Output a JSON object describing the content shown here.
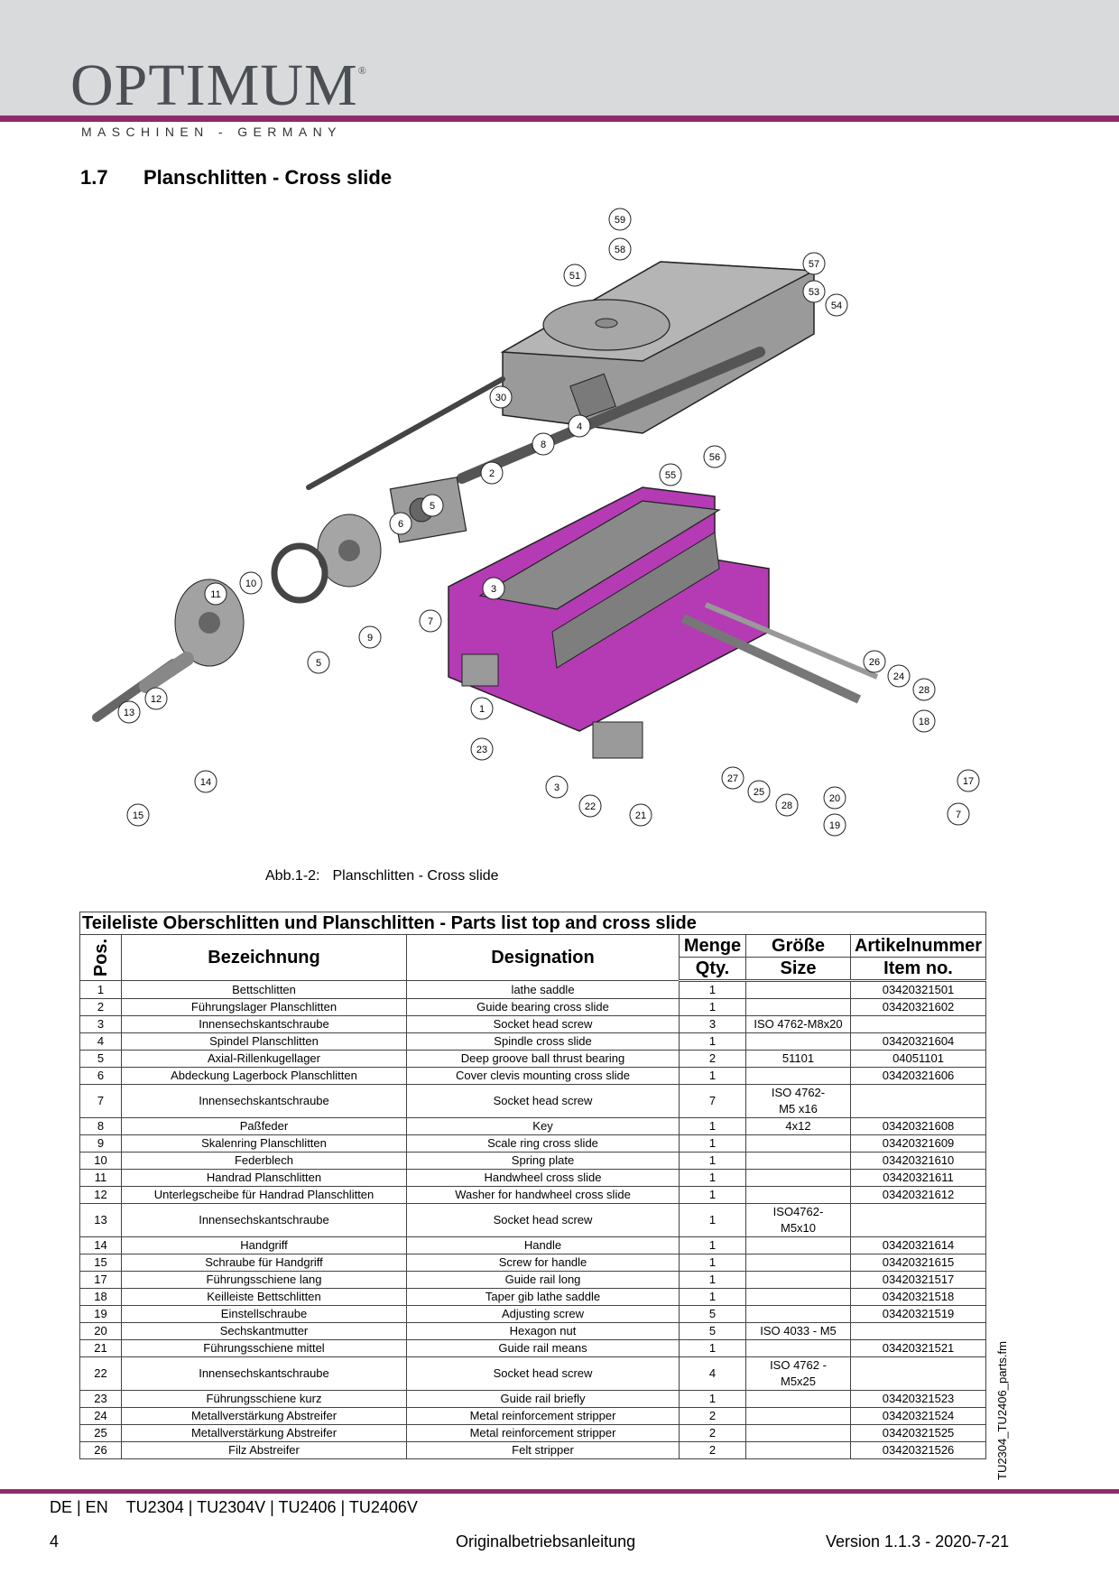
{
  "header": {
    "brand": "OPTIMUM",
    "registered": "®",
    "tagline": "MASCHINEN - GERMANY"
  },
  "section": {
    "number": "1.7",
    "title": "Planschlitten - Cross slide"
  },
  "figure": {
    "callouts": [
      "59",
      "58",
      "51",
      "57",
      "53",
      "54",
      "30",
      "4",
      "8",
      "56",
      "2",
      "55",
      "5",
      "6",
      "3",
      "10",
      "11",
      "7",
      "9",
      "5",
      "12",
      "13",
      "1",
      "26",
      "24",
      "28",
      "18",
      "23",
      "14",
      "15",
      "3",
      "22",
      "21",
      "27",
      "25",
      "28",
      "20",
      "19",
      "17",
      "7"
    ],
    "caption_label": "Abb.1-2:",
    "caption_text": "Planschlitten - Cross slide"
  },
  "table": {
    "title": "Teileliste Oberschlitten und Planschlitten - Parts list top and cross slide",
    "headers": {
      "pos": "Pos.",
      "bezeichnung": "Bezeichnung",
      "designation": "Designation",
      "menge": "Menge",
      "qty": "Qty.",
      "groesse": "Größe",
      "size": "Size",
      "artikelnummer": "Artikelnummer",
      "item_no": "Item no."
    },
    "rows": [
      {
        "pos": "1",
        "de": "Bettschlitten",
        "en": "lathe saddle",
        "qty": "1",
        "size": "",
        "item": "03420321501"
      },
      {
        "pos": "2",
        "de": "Führungslager Planschlitten",
        "en": "Guide bearing cross slide",
        "qty": "1",
        "size": "",
        "item": "03420321602"
      },
      {
        "pos": "3",
        "de": "Innensechskantschraube",
        "en": "Socket head screw",
        "qty": "3",
        "size": "ISO 4762-M8x20",
        "item": ""
      },
      {
        "pos": "4",
        "de": "Spindel Planschlitten",
        "en": "Spindle cross slide",
        "qty": "1",
        "size": "",
        "item": "03420321604"
      },
      {
        "pos": "5",
        "de": "Axial-Rillenkugellager",
        "en": "Deep groove ball thrust bearing",
        "qty": "2",
        "size": "51101",
        "item": "04051101"
      },
      {
        "pos": "6",
        "de": "Abdeckung Lagerbock Planschlitten",
        "en": "Cover clevis mounting cross slide",
        "qty": "1",
        "size": "",
        "item": "03420321606"
      },
      {
        "pos": "7",
        "de": "Innensechskantschraube",
        "en": "Socket head screw",
        "qty": "7",
        "size": "ISO 4762-\nM5 x16",
        "item": ""
      },
      {
        "pos": "8",
        "de": "Paßfeder",
        "en": "Key",
        "qty": "1",
        "size": "4x12",
        "item": "03420321608"
      },
      {
        "pos": "9",
        "de": "Skalenring Planschlitten",
        "en": "Scale ring cross slide",
        "qty": "1",
        "size": "",
        "item": "03420321609"
      },
      {
        "pos": "10",
        "de": "Federblech",
        "en": "Spring plate",
        "qty": "1",
        "size": "",
        "item": "03420321610"
      },
      {
        "pos": "11",
        "de": "Handrad Planschlitten",
        "en": "Handwheel cross slide",
        "qty": "1",
        "size": "",
        "item": "03420321611"
      },
      {
        "pos": "12",
        "de": "Unterlegscheibe für Handrad Planschlitten",
        "en": "Washer for handwheel cross slide",
        "qty": "1",
        "size": "",
        "item": "03420321612"
      },
      {
        "pos": "13",
        "de": "Innensechskantschraube",
        "en": "Socket head screw",
        "qty": "1",
        "size": "ISO4762-\nM5x10",
        "item": ""
      },
      {
        "pos": "14",
        "de": "Handgriff",
        "en": "Handle",
        "qty": "1",
        "size": "",
        "item": "03420321614"
      },
      {
        "pos": "15",
        "de": "Schraube für Handgriff",
        "en": "Screw for handle",
        "qty": "1",
        "size": "",
        "item": "03420321615"
      },
      {
        "pos": "17",
        "de": "Führungsschiene lang",
        "en": "Guide rail long",
        "qty": "1",
        "size": "",
        "item": "03420321517"
      },
      {
        "pos": "18",
        "de": "Keilleiste Bettschlitten",
        "en": "Taper gib lathe saddle",
        "qty": "1",
        "size": "",
        "item": "03420321518"
      },
      {
        "pos": "19",
        "de": "Einstellschraube",
        "en": "Adjusting screw",
        "qty": "5",
        "size": "",
        "item": "03420321519"
      },
      {
        "pos": "20",
        "de": "Sechskantmutter",
        "en": "Hexagon nut",
        "qty": "5",
        "size": "ISO 4033 - M5",
        "item": ""
      },
      {
        "pos": "21",
        "de": "Führungsschiene mittel",
        "en": "Guide rail means",
        "qty": "1",
        "size": "",
        "item": "03420321521"
      },
      {
        "pos": "22",
        "de": "Innensechskantschraube",
        "en": "Socket head screw",
        "qty": "4",
        "size": "ISO 4762 -\nM5x25",
        "item": ""
      },
      {
        "pos": "23",
        "de": "Führungsschiene kurz",
        "en": "Guide rail briefly",
        "qty": "1",
        "size": "",
        "item": "03420321523"
      },
      {
        "pos": "24",
        "de": "Metallverstärkung Abstreifer",
        "en": "Metal reinforcement stripper",
        "qty": "2",
        "size": "",
        "item": "03420321524"
      },
      {
        "pos": "25",
        "de": "Metallverstärkung Abstreifer",
        "en": "Metal reinforcement stripper",
        "qty": "2",
        "size": "",
        "item": "03420321525"
      },
      {
        "pos": "26",
        "de": "Filz Abstreifer",
        "en": "Felt stripper",
        "qty": "2",
        "size": "",
        "item": "03420321526"
      }
    ]
  },
  "sidebar": {
    "filename": "TU2304_TU2406_parts.fm"
  },
  "footer": {
    "lang": "DE | EN",
    "models": "TU2304 | TU2304V  | TU2406 | TU2406V",
    "page": "4",
    "doc": "Originalbetriebsanleitung",
    "version": "Version 1.1.3 - 2020-7-21"
  },
  "colors": {
    "accent": "#8e2a68",
    "header_band": "#d9dadc",
    "saddle_magenta": "#b43bb4",
    "steel_gray": "#8a8a8a"
  }
}
